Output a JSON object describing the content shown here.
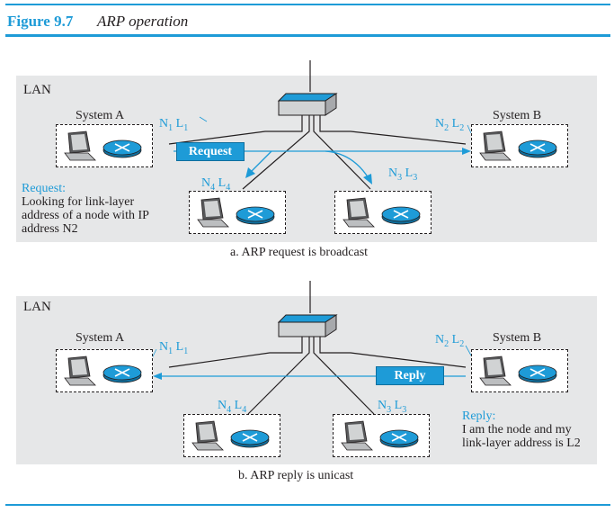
{
  "header": {
    "figure_number": "Figure 9.7",
    "figure_title": "ARP operation"
  },
  "panel_a": {
    "lan_label": "LAN",
    "system_a": "System A",
    "system_b": "System B",
    "label_n1l1": {
      "n": "N",
      "n_sub": "1",
      "l": "L",
      "l_sub": "1"
    },
    "label_n2l2": {
      "n": "N",
      "n_sub": "2",
      "l": "L",
      "l_sub": "2"
    },
    "label_n4l4": {
      "n": "N",
      "n_sub": "4",
      "l": "L",
      "l_sub": "4"
    },
    "label_n3l3": {
      "n": "N",
      "n_sub": "3",
      "l": "L",
      "l_sub": "3"
    },
    "packet_label": "Request",
    "note_heading": "Request:",
    "note_body": "Looking for link-layer address of a node with IP address N2",
    "caption": "a. ARP request is broadcast"
  },
  "panel_b": {
    "lan_label": "LAN",
    "system_a": "System A",
    "system_b": "System B",
    "label_n1l1": {
      "n": "N",
      "n_sub": "1",
      "l": "L",
      "l_sub": "1"
    },
    "label_n2l2": {
      "n": "N",
      "n_sub": "2",
      "l": "L",
      "l_sub": "2"
    },
    "label_n4l4": {
      "n": "N",
      "n_sub": "4",
      "l": "L",
      "l_sub": "4"
    },
    "label_n3l3": {
      "n": "N",
      "n_sub": "3",
      "l": "L",
      "l_sub": "3"
    },
    "packet_label": "Reply",
    "note_heading": "Reply:",
    "note_body": "I am the node and my link-layer address is L2",
    "caption": "b. ARP reply is unicast"
  },
  "colors": {
    "accent": "#1e9bd7",
    "panel_background": "#e6e7e8",
    "router_body": "#1e9bd7"
  },
  "icons": [
    "laptop-icon",
    "router-icon",
    "switch-icon"
  ]
}
